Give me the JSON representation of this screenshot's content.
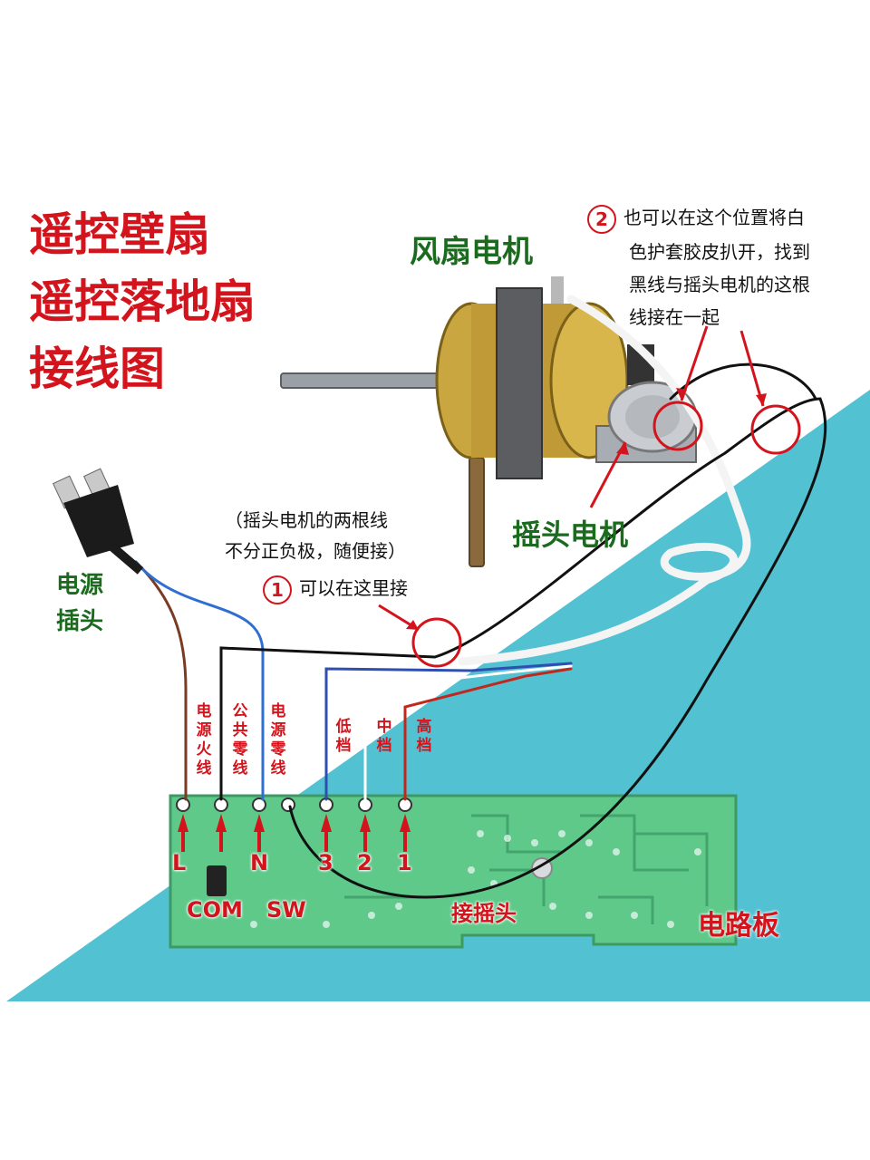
{
  "title_lines": [
    "遥控壁扇",
    "遥控落地扇",
    "接线图"
  ],
  "fan_motor_label": "风扇电机",
  "oscillating_motor_label": "摇头电机",
  "power_plug_label": [
    "电源",
    "插头"
  ],
  "note_two_wires": [
    "（摇头电机的两根线",
    "不分正负极，随便接）"
  ],
  "note1": {
    "number": "1",
    "text": "可以在这里接"
  },
  "note2": {
    "number": "2",
    "lines": [
      "也可以在这个位置将白",
      "色护套胶皮扒开，找到",
      "黑线与摇头电机的这根",
      "线接在一起"
    ]
  },
  "wire_labels": [
    "电源火线",
    "公共零线",
    "电源零线",
    "低档",
    "中档",
    "高档"
  ],
  "terminals": {
    "L": "L",
    "COM": "COM",
    "N": "N",
    "SW": "SW",
    "t3": "3",
    "t2": "2",
    "t1": "1"
  },
  "oscillate_connect_label": "接摇头",
  "board_label": "电路板",
  "colors": {
    "title_red": "#d4141c",
    "label_green": "#1b6b1e",
    "board_green": "#5fc98a",
    "background_cyan": "#52c1d2"
  }
}
